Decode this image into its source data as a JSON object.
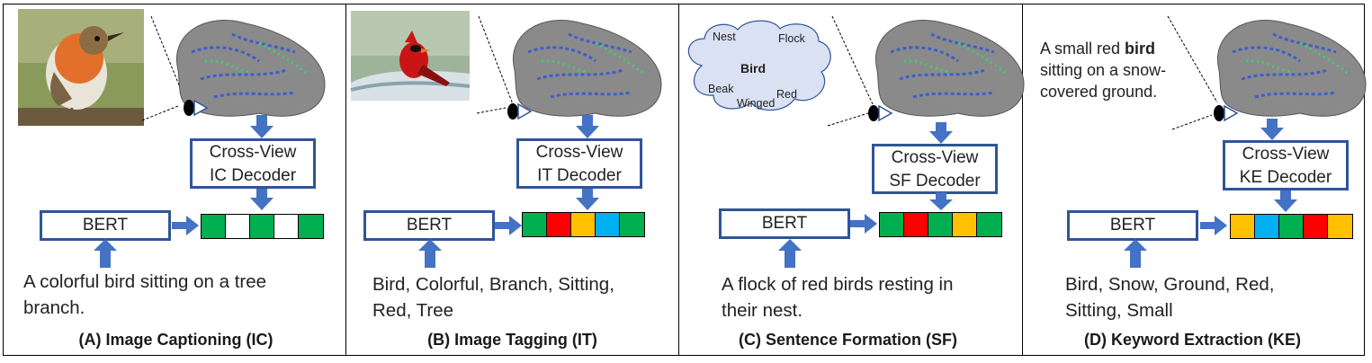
{
  "colors": {
    "arrow": "#4472c4",
    "box_border": "#2f5597",
    "green": "#00b050",
    "red": "#ff0000",
    "orange": "#ffc000",
    "blue": "#00b0f0",
    "white": "#ffffff",
    "cloud_fill": "#d9e1f2"
  },
  "panels": [
    {
      "decoder_line1": "Cross-View",
      "decoder_line2": "IC Decoder",
      "bert": "BERT",
      "tokens": [
        "green",
        "white",
        "green",
        "white",
        "green"
      ],
      "input_text": "A colorful bird sitting on a tree\nbranch.",
      "title": "(A) Image Captioning (IC)",
      "stimulus": "photo-robin"
    },
    {
      "decoder_line1": "Cross-View",
      "decoder_line2": "IT Decoder",
      "bert": "BERT",
      "tokens": [
        "green",
        "red",
        "orange",
        "blue",
        "green"
      ],
      "input_text": "Bird, Colorful, Branch, Sitting,\nRed, Tree",
      "title": "(B) Image Tagging (IT)",
      "stimulus": "photo-cardinal"
    },
    {
      "decoder_line1": "Cross-View",
      "decoder_line2": "SF Decoder",
      "bert": "BERT",
      "tokens": [
        "green",
        "red",
        "green",
        "orange",
        "green"
      ],
      "input_text": "A flock of red birds resting in\ntheir nest.",
      "title": "(C) Sentence Formation (SF)",
      "stimulus": "word-cloud",
      "cloud": {
        "center": "Bird",
        "words": [
          "Nest",
          "Flock",
          "Beak",
          "Red",
          "Winged"
        ]
      }
    },
    {
      "decoder_line1": "Cross-View",
      "decoder_line2": "KE Decoder",
      "bert": "BERT",
      "tokens": [
        "orange",
        "blue",
        "green",
        "red",
        "orange"
      ],
      "input_text": "Bird, Snow, Ground, Red,\nSitting, Small",
      "title": "(D) Keyword Extraction (KE)",
      "stimulus": "sentence",
      "sentence": {
        "before": "A small red ",
        "bold": "bird",
        "after": " sitting on a snow-covered ground."
      }
    }
  ]
}
